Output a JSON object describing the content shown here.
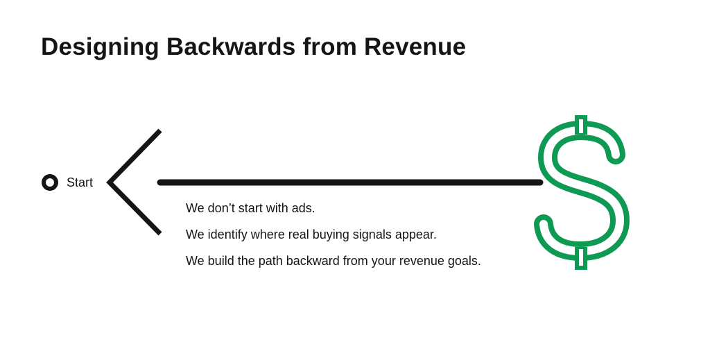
{
  "title": "Designing Backwards from Revenue",
  "start_label": "Start",
  "lines": [
    "We don’t start with ads.",
    "We identify where real buying signals appear.",
    "We build the path backward from your revenue goals."
  ],
  "icons": {
    "start": "circle-outline-icon",
    "arrow": "arrow-left-icon",
    "revenue": "dollar-sign-icon"
  },
  "colors": {
    "text": "#151515",
    "dollar": "#0E9A52"
  }
}
